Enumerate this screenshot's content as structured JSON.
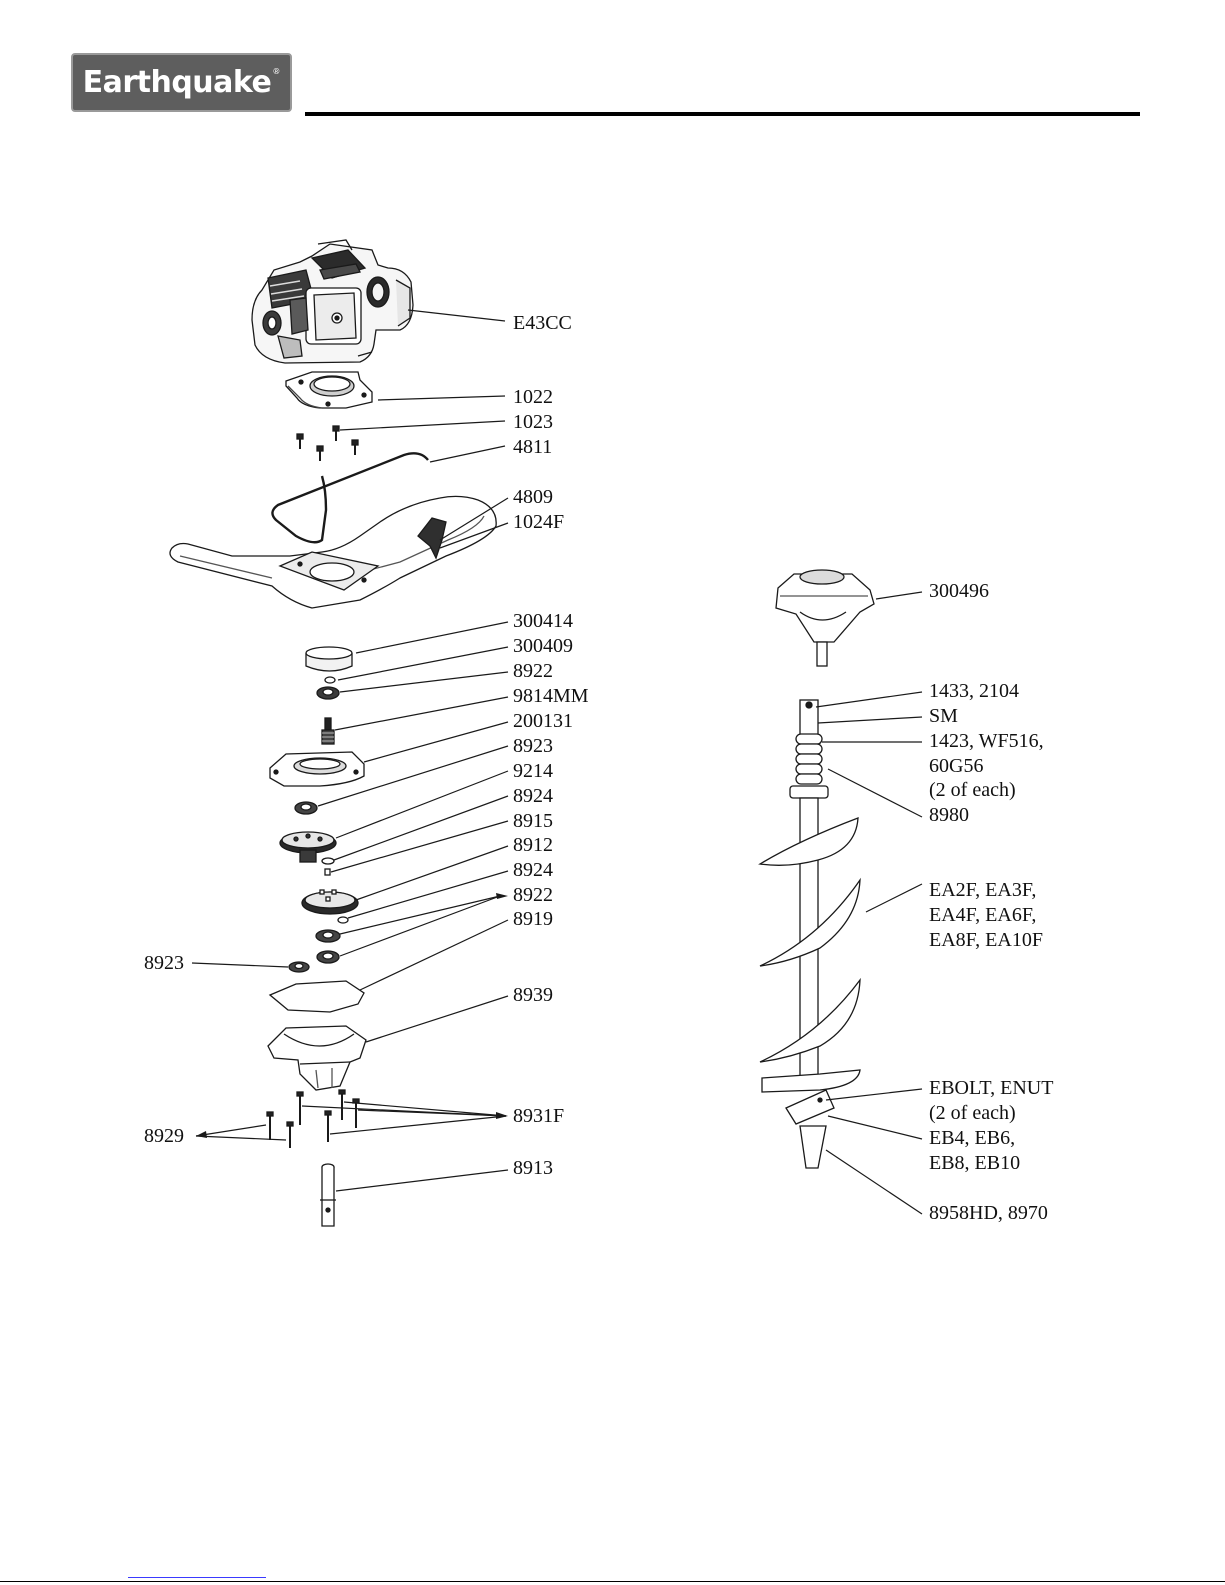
{
  "brand": {
    "name": "Earthquake",
    "mark": "®",
    "color": "#5e5e5e"
  },
  "callouts": {
    "engine": "E43CC",
    "p1022": "1022",
    "p1023": "1023",
    "p4811": "4811",
    "p4809": "4809",
    "p1024f": "1024F",
    "p300414": "300414",
    "p300409": "300409",
    "p8922a": "8922",
    "p9814mm": "9814MM",
    "p200131": "200131",
    "p8923a": "8923",
    "p9214": "9214",
    "p8924a": "8924",
    "p8915": "8915",
    "p8912": "8912",
    "p8924b": "8924",
    "p8922b": "8922",
    "p8919": "8919",
    "p8923b": "8923",
    "p8939": "8939",
    "p8929": "8929",
    "p8931f": "8931F",
    "p8913": "8913",
    "p300496": "300496",
    "p1433": "1433, 2104",
    "sm": "SM",
    "p1423a": "1423, WF516,",
    "p1423b": "60G56",
    "p1423c": "(2 of each)",
    "p8980": "8980",
    "augerA": "EA2F, EA3F,",
    "augerB": "EA4F, EA6F,",
    "augerC": "EA8F, EA10F",
    "boltA": "EBOLT, ENUT",
    "boltB": "(2 of each)",
    "bladeA": "EB4, EB6,",
    "bladeB": "EB8, EB10",
    "point": "8958HD, 8970"
  }
}
